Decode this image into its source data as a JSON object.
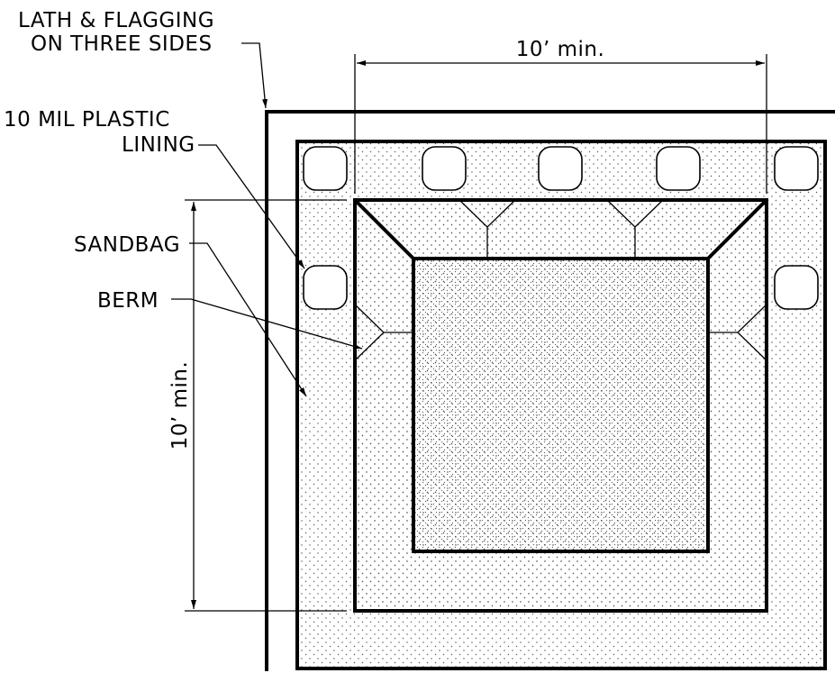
{
  "labels": {
    "lath_line1": "LATH & FLAGGING",
    "lath_line2": "ON THREE SIDES",
    "lining_line1": "10 MIL PLASTIC",
    "lining_line2": "LINING",
    "sandbag": "SANDBAG",
    "berm": "BERM"
  },
  "dimensions": {
    "horizontal": "10’ min.",
    "vertical": "10’ min."
  },
  "colors": {
    "line": "#000000",
    "background": "#ffffff",
    "stipple": "#555555"
  }
}
